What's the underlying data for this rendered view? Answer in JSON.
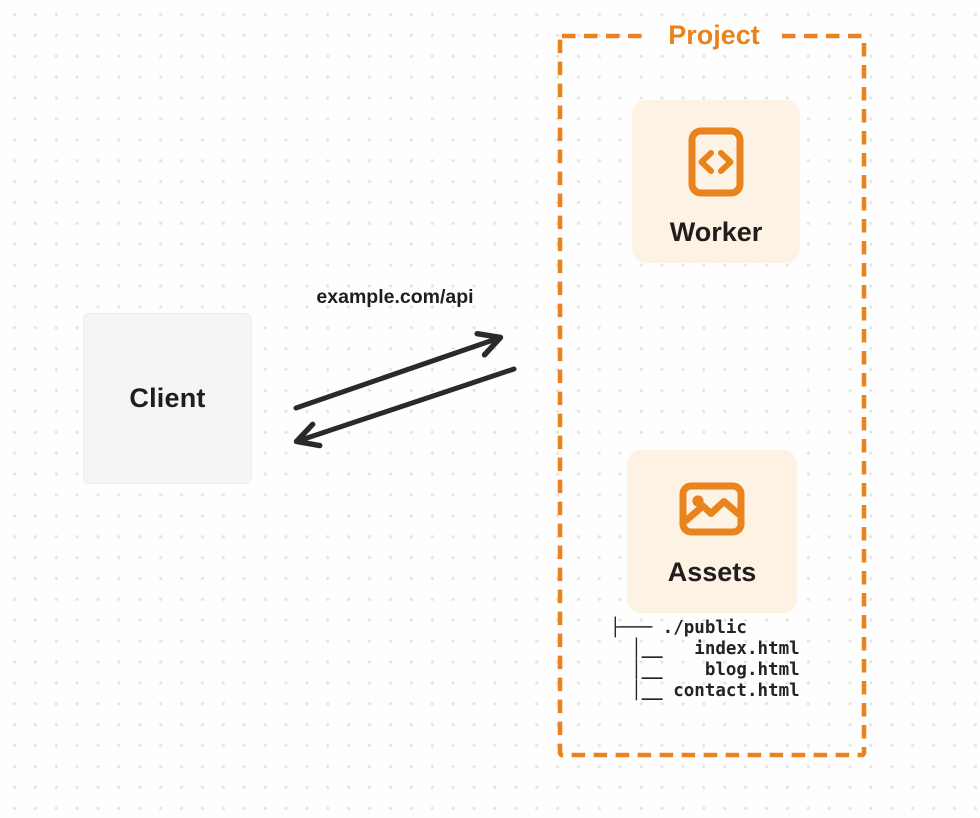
{
  "diagram": {
    "client": {
      "label": "Client"
    },
    "request": {
      "url_label": "example.com/api"
    },
    "project": {
      "label": "Project",
      "worker": {
        "label": "Worker",
        "icon": "code-icon"
      },
      "assets": {
        "label": "Assets",
        "icon": "image-icon"
      },
      "file_tree": {
        "lines": [
          "├─── ./public",
          "  │__   index.html",
          "  │__    blog.html",
          "  │__ contact.html"
        ]
      }
    },
    "colors": {
      "orange": "#E8831D",
      "card_background": "#FDF2E4",
      "client_background": "#F5F5F6",
      "arrow": "#2B2A29",
      "text": "#1F1E1D",
      "dot_grid": "#E6E5E4"
    }
  }
}
